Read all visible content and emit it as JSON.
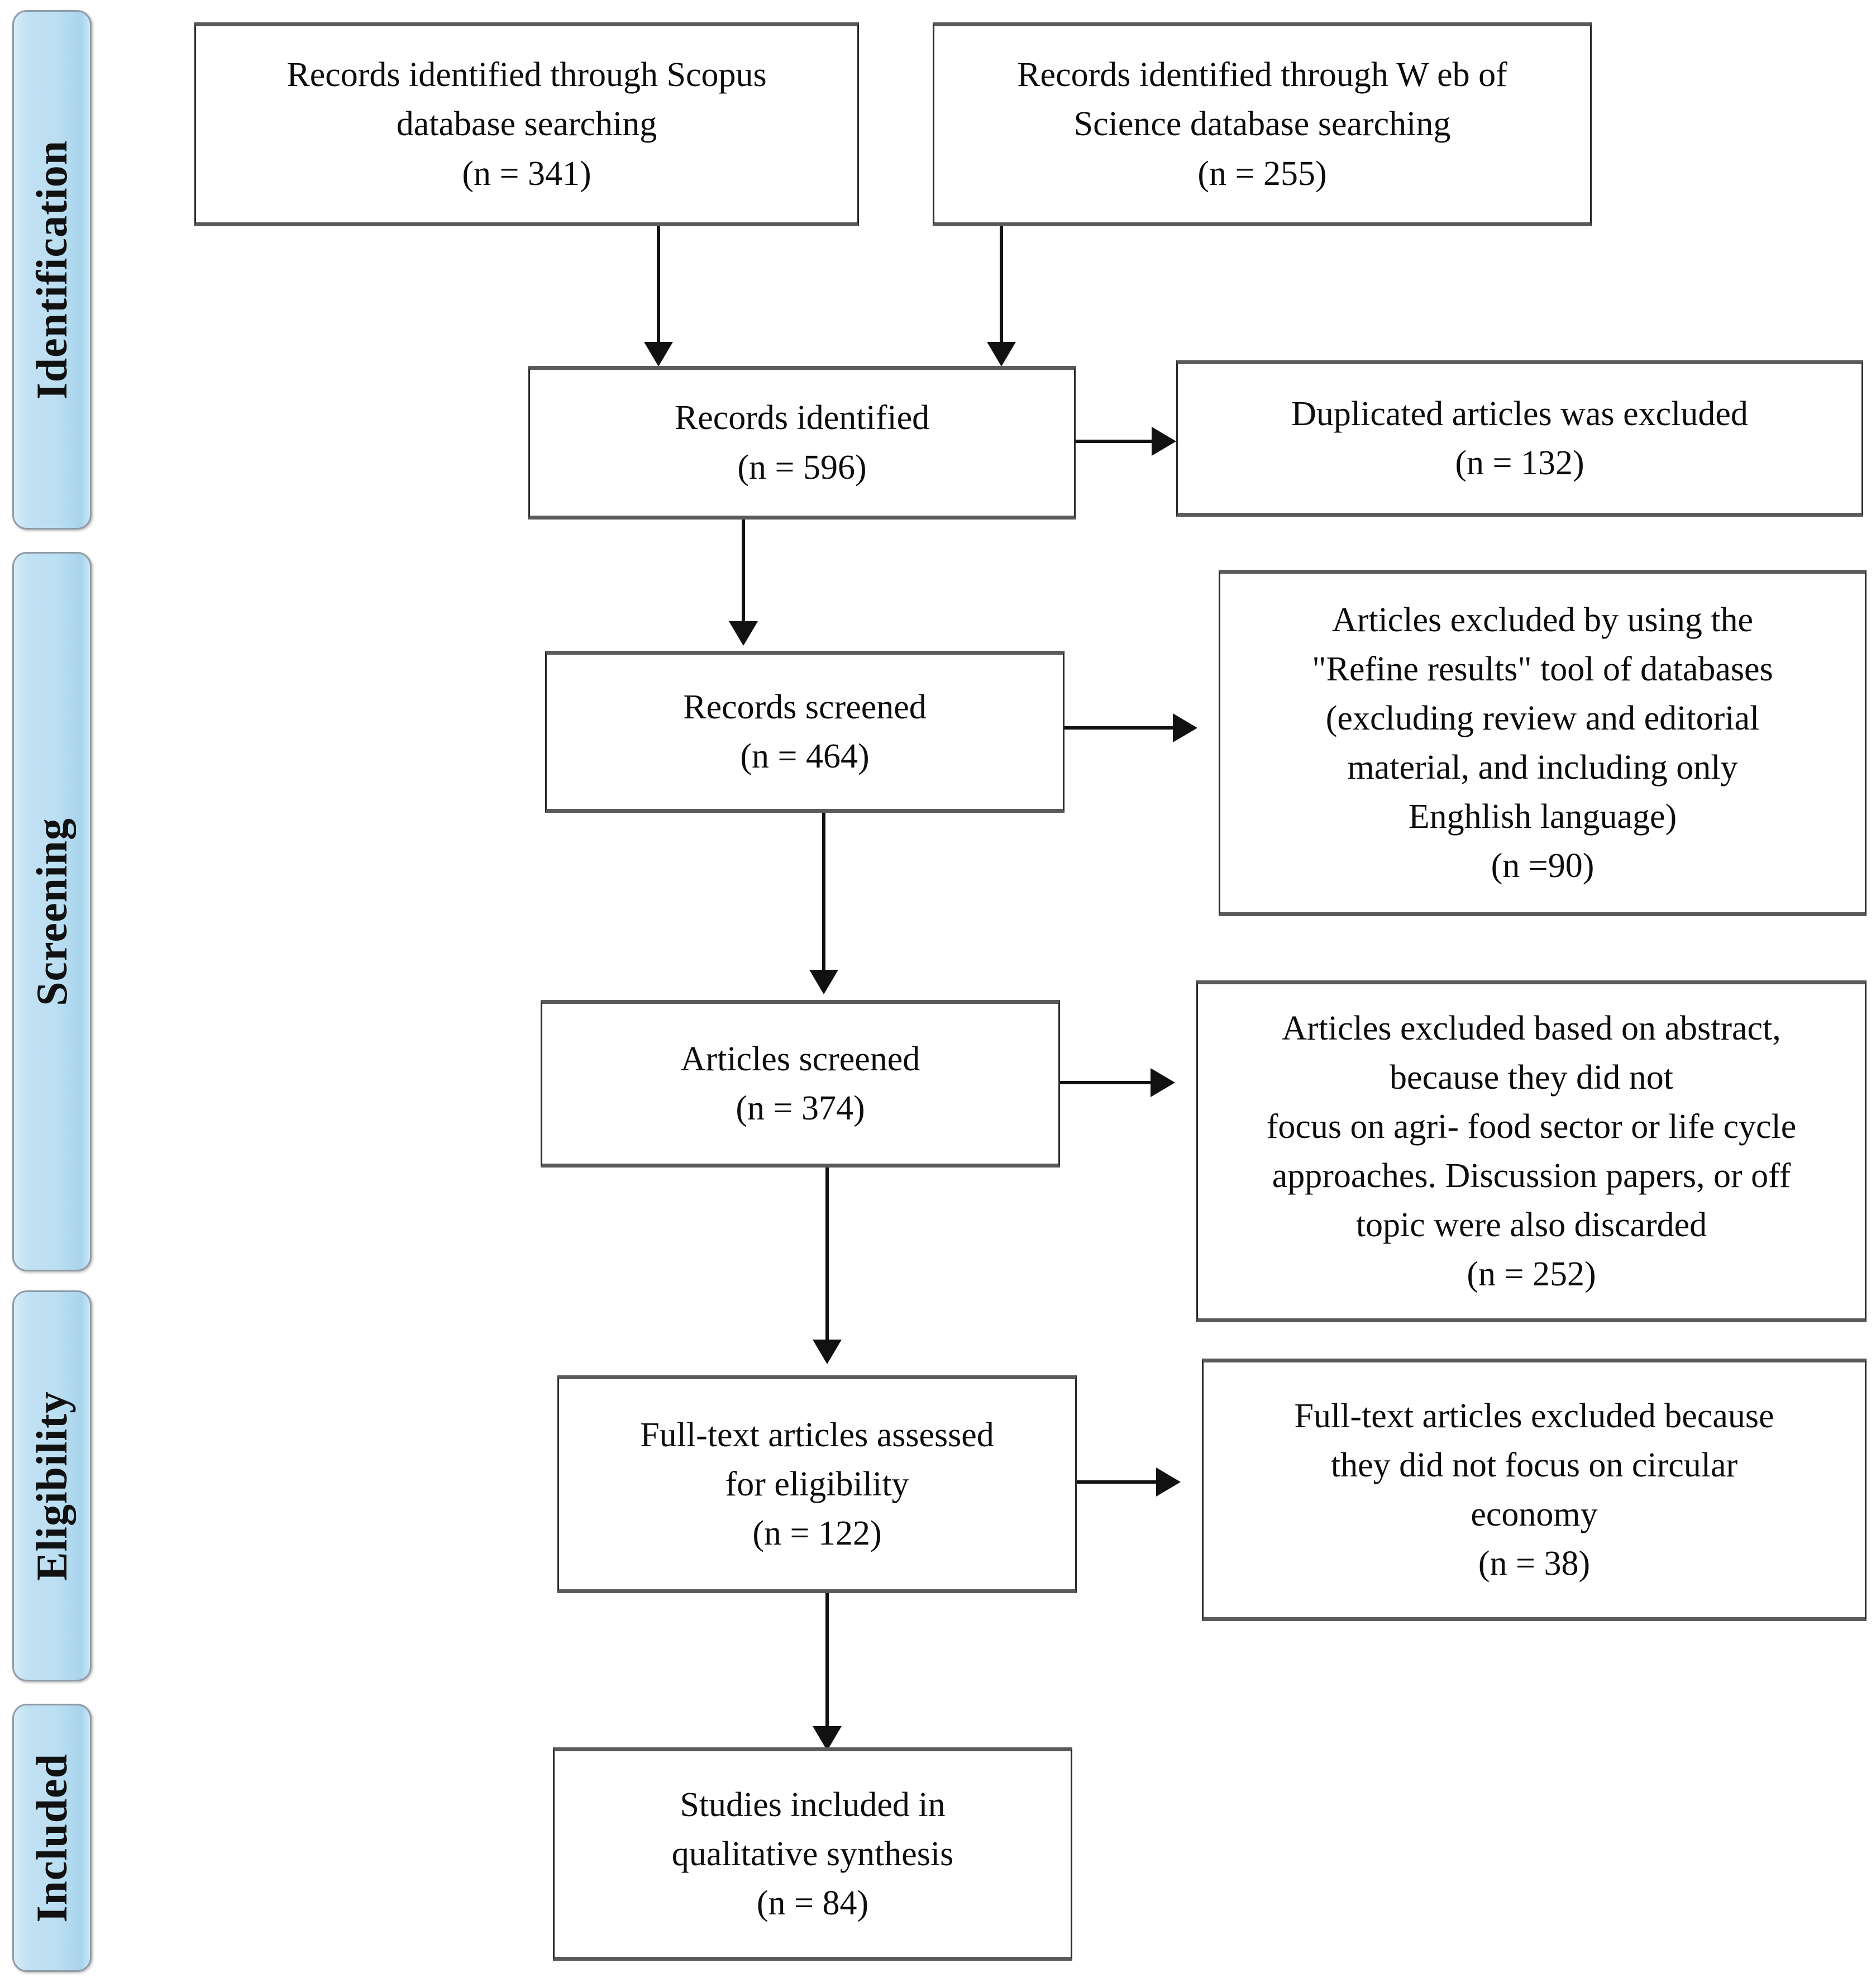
{
  "diagram": {
    "title": "PRISMA flow diagram",
    "accent_color": "#bcdff2",
    "border_color": "#8f9ba6",
    "line_color": "#111111"
  },
  "stages": [
    {
      "id": "identification",
      "label": "Identification"
    },
    {
      "id": "screening",
      "label": "Screening"
    },
    {
      "id": "eligibility",
      "label": "Eligibility"
    },
    {
      "id": "included",
      "label": "Included"
    }
  ],
  "boxes": {
    "scopus": {
      "line1": "Records identified through Scopus",
      "line2": "database searching",
      "line3": "(n = 341)",
      "count": 341
    },
    "wos": {
      "line1": "Records identified through W eb of",
      "line2": "Science database searching",
      "line3": "(n = 255)",
      "count": 255
    },
    "records_identified": {
      "line1": "Records identified",
      "line2": "(n = 596)",
      "count": 596
    },
    "duplicates_excluded": {
      "line1": "Duplicated articles was excluded",
      "line2": "(n = 132)",
      "count": 132
    },
    "records_screened": {
      "line1": "Records screened",
      "line2": "(n =  464)",
      "count": 464
    },
    "refine_excluded": {
      "line1": "Articles excluded by using the",
      "line2": "\"Refine results\" tool of databases",
      "line3": "(excluding review and editorial",
      "line4": "material, and including only",
      "line5": "Enghlish language)",
      "line6": "(n =90)",
      "count": 90
    },
    "articles_screened": {
      "line1": "Articles screened",
      "line2": "(n =  374)",
      "count": 374
    },
    "abstract_excluded": {
      "line1": "Articles excluded based on abstract,",
      "line2": "because they did not",
      "line3": "focus on agri- food sector or life cycle",
      "line4": "approaches. Discussion papers, or off",
      "line5": "topic were also discarded",
      "line6": "(n = 252)",
      "count": 252
    },
    "fulltext_assessed": {
      "line1": "Full-text articles assessed",
      "line2": "for eligibility",
      "line3": "(n = 122)",
      "count": 122
    },
    "fulltext_excluded": {
      "line1": "Full-text articles excluded because",
      "line2": "they did not focus on circular",
      "line3": "economy",
      "line4": "(n = 38)",
      "count": 38
    },
    "studies_included": {
      "line1": "Studies included in",
      "line2": "qualitative synthesis",
      "line3": "(n = 84)",
      "count": 84
    }
  },
  "flow_data": {
    "type": "prisma-flow",
    "nodes": [
      {
        "id": "scopus",
        "stage": "identification",
        "n": 341
      },
      {
        "id": "wos",
        "stage": "identification",
        "n": 255
      },
      {
        "id": "records_identified",
        "stage": "identification",
        "n": 596
      },
      {
        "id": "duplicates_excluded",
        "stage": "identification",
        "n": 132
      },
      {
        "id": "records_screened",
        "stage": "screening",
        "n": 464
      },
      {
        "id": "refine_excluded",
        "stage": "screening",
        "n": 90
      },
      {
        "id": "articles_screened",
        "stage": "screening",
        "n": 374
      },
      {
        "id": "abstract_excluded",
        "stage": "screening",
        "n": 252
      },
      {
        "id": "fulltext_assessed",
        "stage": "eligibility",
        "n": 122
      },
      {
        "id": "fulltext_excluded",
        "stage": "eligibility",
        "n": 38
      },
      {
        "id": "studies_included",
        "stage": "included",
        "n": 84
      }
    ],
    "edges": [
      {
        "from": "scopus",
        "to": "records_identified"
      },
      {
        "from": "wos",
        "to": "records_identified"
      },
      {
        "from": "records_identified",
        "to": "duplicates_excluded"
      },
      {
        "from": "records_identified",
        "to": "records_screened"
      },
      {
        "from": "records_screened",
        "to": "refine_excluded"
      },
      {
        "from": "records_screened",
        "to": "articles_screened"
      },
      {
        "from": "articles_screened",
        "to": "abstract_excluded"
      },
      {
        "from": "articles_screened",
        "to": "fulltext_assessed"
      },
      {
        "from": "fulltext_assessed",
        "to": "fulltext_excluded"
      },
      {
        "from": "fulltext_assessed",
        "to": "studies_included"
      }
    ]
  }
}
